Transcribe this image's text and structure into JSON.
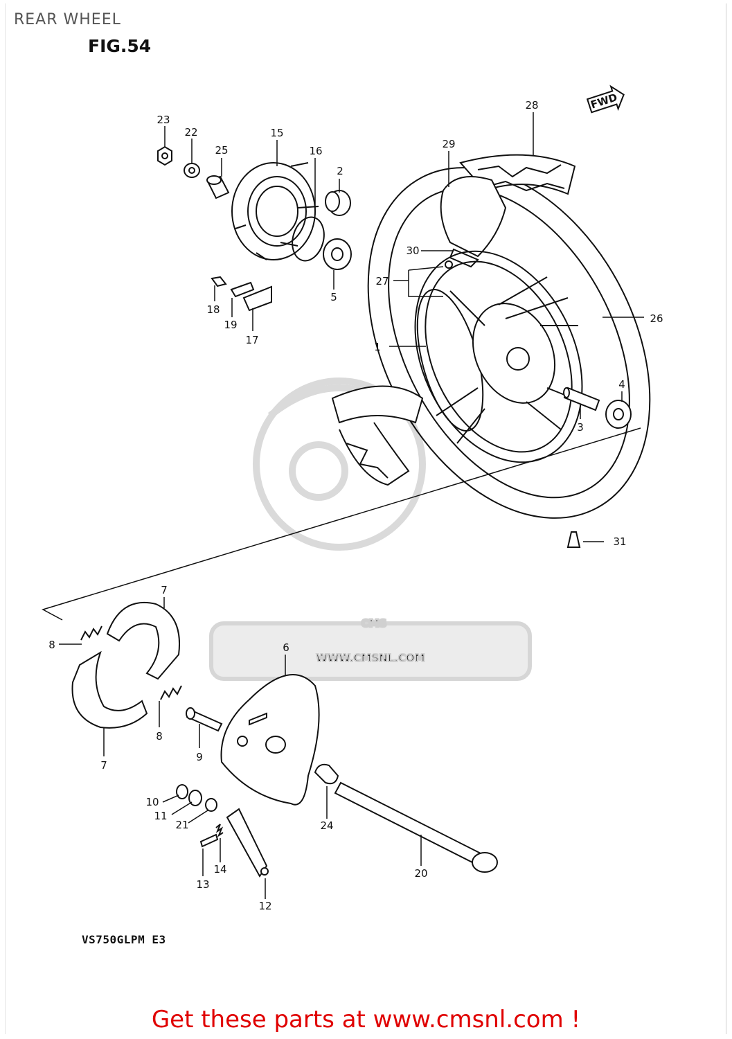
{
  "title": "REAR WHEEL",
  "figure": "FIG.54",
  "model": "VS750GLPM  E3",
  "fwd_label": "FWD",
  "watermark": {
    "brand": "CMS",
    "url": "WWW.CMSNL.COM"
  },
  "footer": {
    "text": "Get these parts at www.cmsnl.com !"
  },
  "callouts": {
    "p1": "1",
    "p2": "2",
    "p3": "3",
    "p4": "4",
    "p5": "5",
    "p6": "6",
    "p7a": "7",
    "p7b": "7",
    "p8a": "8",
    "p8b": "8",
    "p9": "9",
    "p10": "10",
    "p11": "11",
    "p12": "12",
    "p13": "13",
    "p14": "14",
    "p15": "15",
    "p16": "16",
    "p17": "17",
    "p18": "18",
    "p19": "19",
    "p20": "20",
    "p21": "21",
    "p22": "22",
    "p23": "23",
    "p24": "24",
    "p25": "25",
    "p26": "26",
    "p27": "27",
    "p28": "28",
    "p29": "29",
    "p30": "30",
    "p31": "31"
  },
  "colors": {
    "footer": "#e00000",
    "line": "#111111",
    "watermark": "#d6d6d6"
  }
}
